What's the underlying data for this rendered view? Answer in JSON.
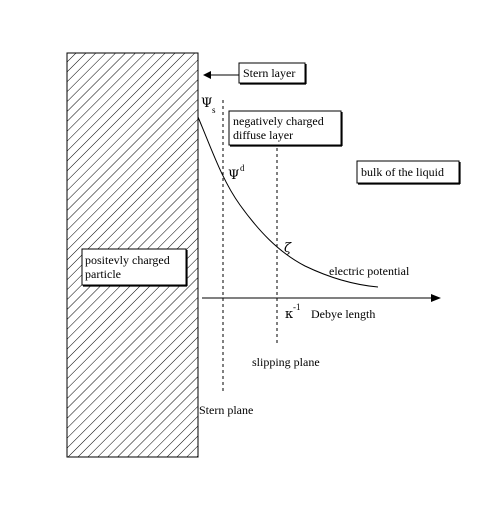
{
  "diagram": {
    "stern_layer": "Stern layer",
    "diffuse_layer_line1": "negatively charged",
    "diffuse_layer_line2": "diffuse layer",
    "bulk": "bulk of the liquid",
    "particle_line1": "positevly charged",
    "particle_line2": "particle",
    "psi_s_symbol": "Ψ",
    "psi_s_sub": "s",
    "psi_d_symbol": "Ψ",
    "psi_d_sup": "d",
    "zeta": "ζ",
    "electric_potential": "electric potential",
    "kappa": "κ",
    "kappa_sup": "-1",
    "debye_length": "Debye length",
    "slipping_plane": "slipping plane",
    "stern_plane": "Stern plane"
  }
}
